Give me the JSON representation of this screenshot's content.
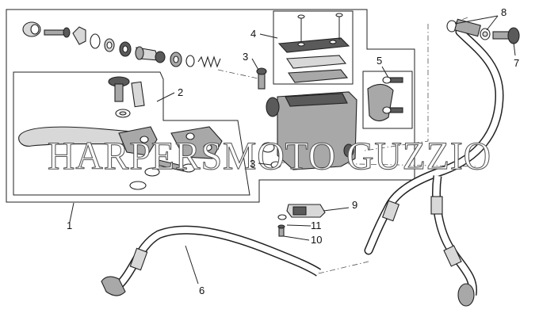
{
  "callouts": [
    {
      "id": "1",
      "text": "1"
    },
    {
      "id": "2",
      "text": "2"
    },
    {
      "id": "3a",
      "text": "3"
    },
    {
      "id": "3b",
      "text": "3"
    },
    {
      "id": "4",
      "text": "4"
    },
    {
      "id": "5",
      "text": "5"
    },
    {
      "id": "6",
      "text": "6"
    },
    {
      "id": "7",
      "text": "7"
    },
    {
      "id": "8",
      "text": "8"
    },
    {
      "id": "9",
      "text": "9"
    },
    {
      "id": "10",
      "text": "10"
    },
    {
      "id": "11",
      "text": "11"
    }
  ],
  "watermark": "HARPERSMOTO GUZZIO"
}
